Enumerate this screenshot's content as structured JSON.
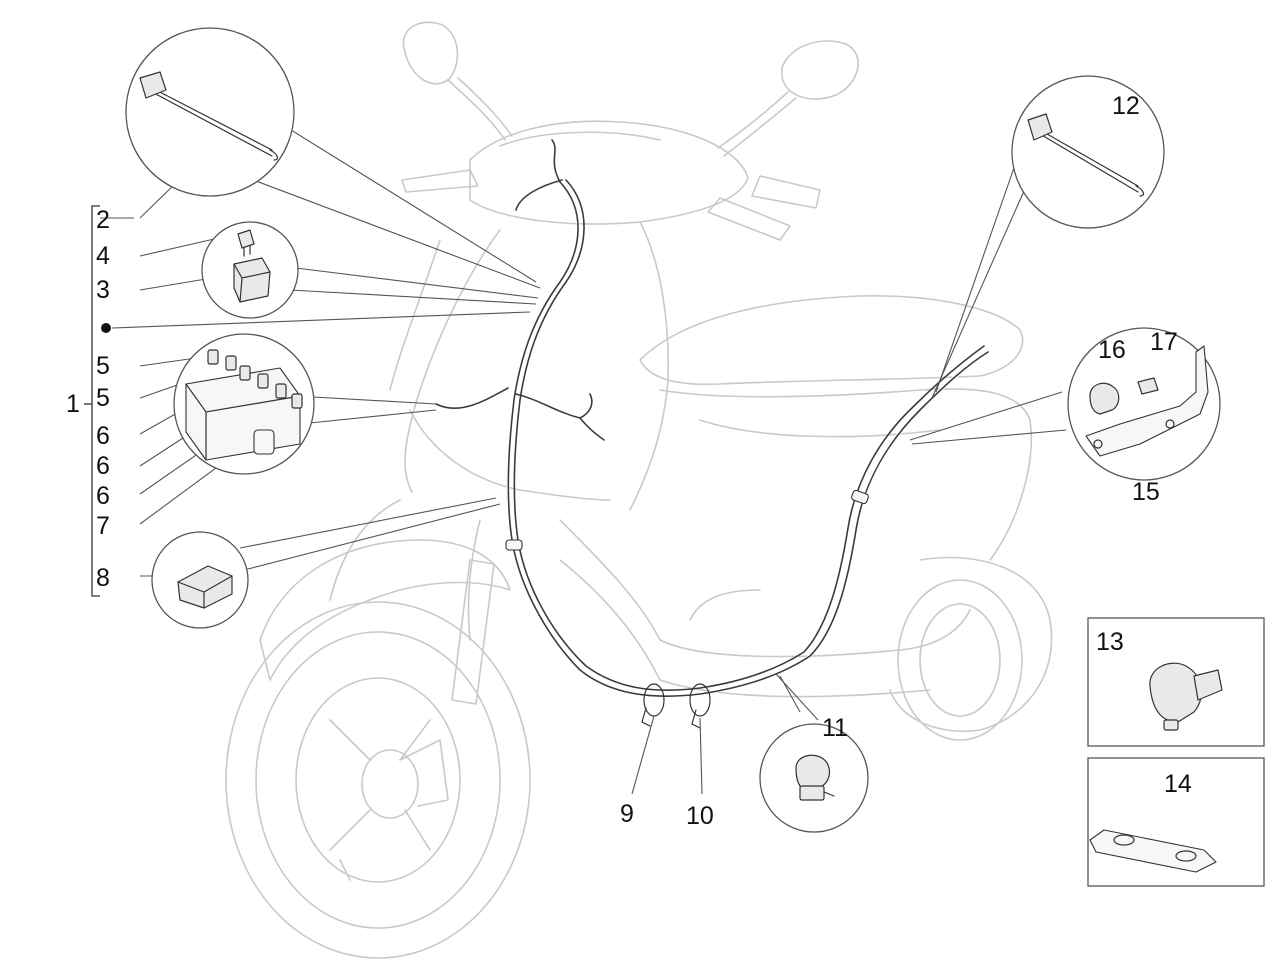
{
  "callouts": [
    {
      "id": "n1",
      "label": "1"
    },
    {
      "id": "n2",
      "label": "2"
    },
    {
      "id": "n4",
      "label": "4"
    },
    {
      "id": "n3",
      "label": "3"
    },
    {
      "id": "n5a",
      "label": "5"
    },
    {
      "id": "n5b",
      "label": "5"
    },
    {
      "id": "n6a",
      "label": "6"
    },
    {
      "id": "n6b",
      "label": "6"
    },
    {
      "id": "n6c",
      "label": "6"
    },
    {
      "id": "n7",
      "label": "7"
    },
    {
      "id": "n8",
      "label": "8"
    },
    {
      "id": "n9",
      "label": "9"
    },
    {
      "id": "n10",
      "label": "10"
    },
    {
      "id": "n11",
      "label": "11"
    },
    {
      "id": "n12",
      "label": "12"
    },
    {
      "id": "n13",
      "label": "13"
    },
    {
      "id": "n14",
      "label": "14"
    },
    {
      "id": "n15",
      "label": "15"
    },
    {
      "id": "n16",
      "label": "16"
    },
    {
      "id": "n17",
      "label": "17"
    }
  ],
  "colors": {
    "ghost_outline": "#c9c9c9",
    "harness": "#3b3b3b",
    "text": "#111111"
  },
  "icons": [
    "cable-tie-icon",
    "fuse-icon",
    "relay-icon",
    "fuse-box-icon",
    "connector-icon",
    "clamp-icon",
    "bracket-icon",
    "plate-icon"
  ]
}
